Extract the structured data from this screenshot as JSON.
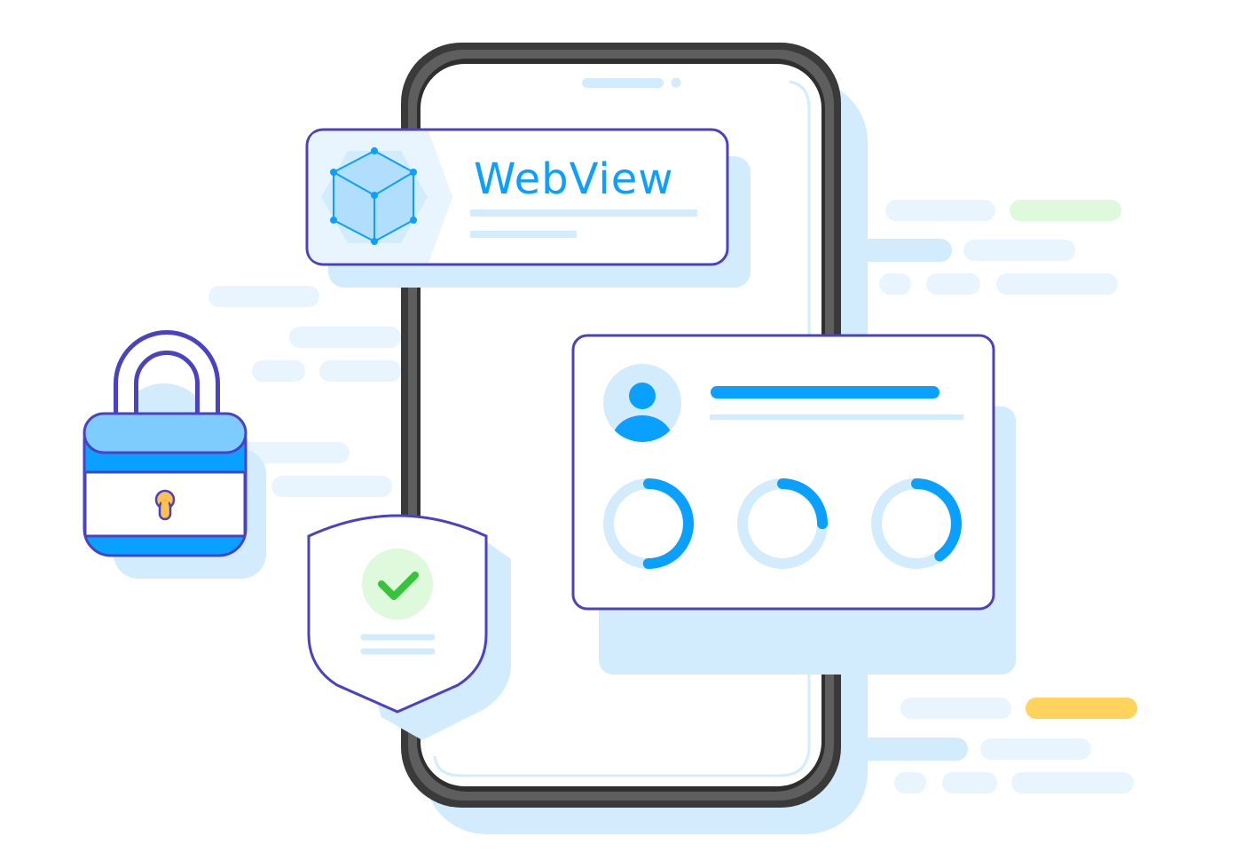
{
  "webview_card": {
    "title": "WebView",
    "icon": "cube-icon"
  },
  "profile_card": {
    "icon": "user-avatar-icon",
    "progress_rings": [
      {
        "value": 0.5
      },
      {
        "value": 0.25
      },
      {
        "value": 0.4
      }
    ]
  },
  "padlock": {
    "icon": "padlock-icon"
  },
  "shield": {
    "icon": "shield-check-icon"
  },
  "colors": {
    "primary_blue": "#0aa0ff",
    "outline_purple": "#4a42c4",
    "light_blue": "#d2ecfd",
    "pale_blue": "#e9f5fe",
    "green_tint": "#def9dc",
    "check_green": "#36c43a",
    "yellow_bar": "#ffd35c",
    "phone_frame": "#3a3a3a"
  }
}
